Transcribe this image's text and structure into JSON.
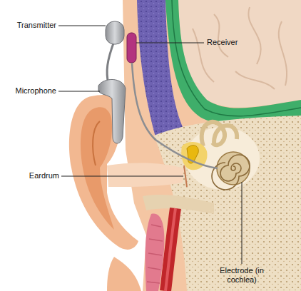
{
  "diagram": {
    "labels": [
      "Transmitter",
      "Receiver",
      "Microphone",
      "Eardrum",
      "Electrode (in cochlea)"
    ]
  }
}
